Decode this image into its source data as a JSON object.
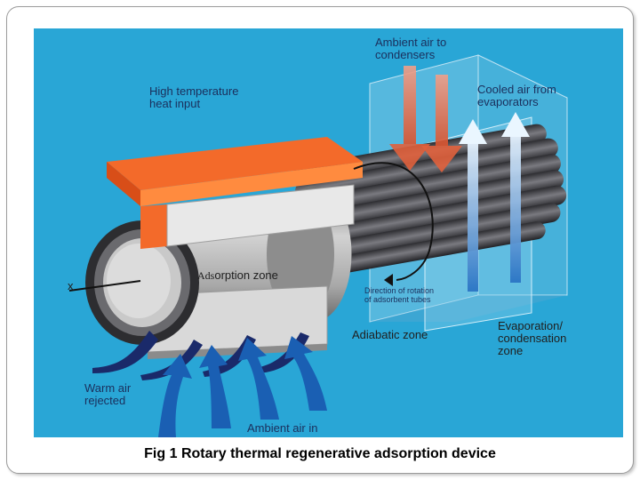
{
  "figure": {
    "labels": {
      "high_temp": "High temperature\nheat input",
      "ambient_condensers": "Ambient air to\ncondensers",
      "cooled_air": "Cooled air from\nevaporators",
      "adsorption_a": "Ads",
      "adsorption_b": "orption zone",
      "axis_x": "x",
      "rotation": "Direction of rotation\nof adsorbent tubes",
      "adiabatic": "Adiabatic zone",
      "evap_cond": "Evaporation/\ncondensation\nzone",
      "warm_air": "Warm air\nrejected",
      "ambient_in": "Ambient air in"
    },
    "colors": {
      "background": "#29a6d6",
      "heat_plate": "#f36a2a",
      "heat_arrow": "#e8221d",
      "cylinder": "#b8b8b8",
      "tubes": "#3f3f44",
      "cold_arrow": "#1a5fb3",
      "warm_arrow": "#1a2a6a"
    }
  },
  "caption": "Fig 1 Rotary thermal regenerative adsorption device"
}
